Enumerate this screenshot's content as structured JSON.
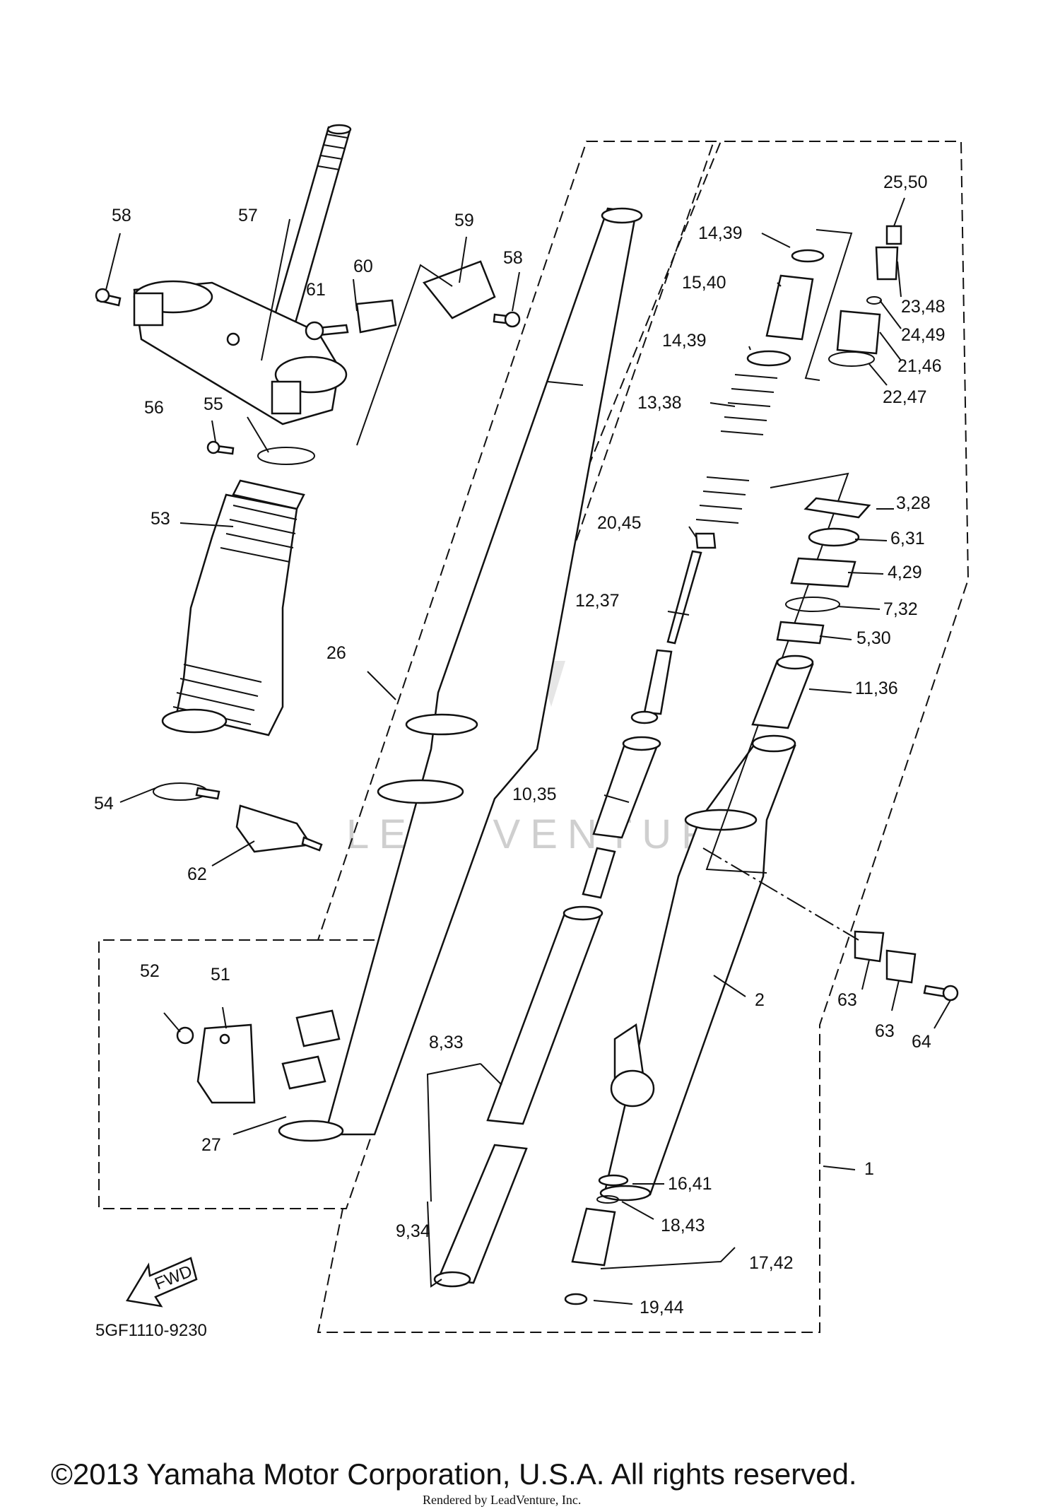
{
  "diagram": {
    "labels": {
      "p1": "1",
      "p2": "2",
      "p3_28": "3,28",
      "p4_29": "4,29",
      "p5_30": "5,30",
      "p6_31": "6,31",
      "p7_32": "7,32",
      "p8_33": "8,33",
      "p9_34": "9,34",
      "p10_35": "10,35",
      "p11_36": "11,36",
      "p12_37": "12,37",
      "p13_38": "13,38",
      "p14_39a": "14,39",
      "p14_39b": "14,39",
      "p15_40": "15,40",
      "p16_41": "16,41",
      "p17_42": "17,42",
      "p18_43": "18,43",
      "p19_44": "19,44",
      "p20_45": "20,45",
      "p21_46": "21,46",
      "p22_47": "22,47",
      "p23_48": "23,48",
      "p24_49": "24,49",
      "p25_50": "25,50",
      "p26": "26",
      "p27": "27",
      "p51": "51",
      "p52": "52",
      "p53": "53",
      "p54": "54",
      "p55": "55",
      "p56": "56",
      "p57": "57",
      "p58a": "58",
      "p58b": "58",
      "p59": "59",
      "p60": "60",
      "p61": "61",
      "p62": "62",
      "p63a": "63",
      "p63b": "63",
      "p64": "64"
    },
    "fwd_arrow_text": "FWD",
    "diagram_code": "5GF1110-9230",
    "watermark": "LEADVENTURE",
    "copyright": "©2013 Yamaha Motor Corporation, U.S.A. All rights reserved.",
    "rendered_by": "Rendered by LeadVenture, Inc."
  }
}
